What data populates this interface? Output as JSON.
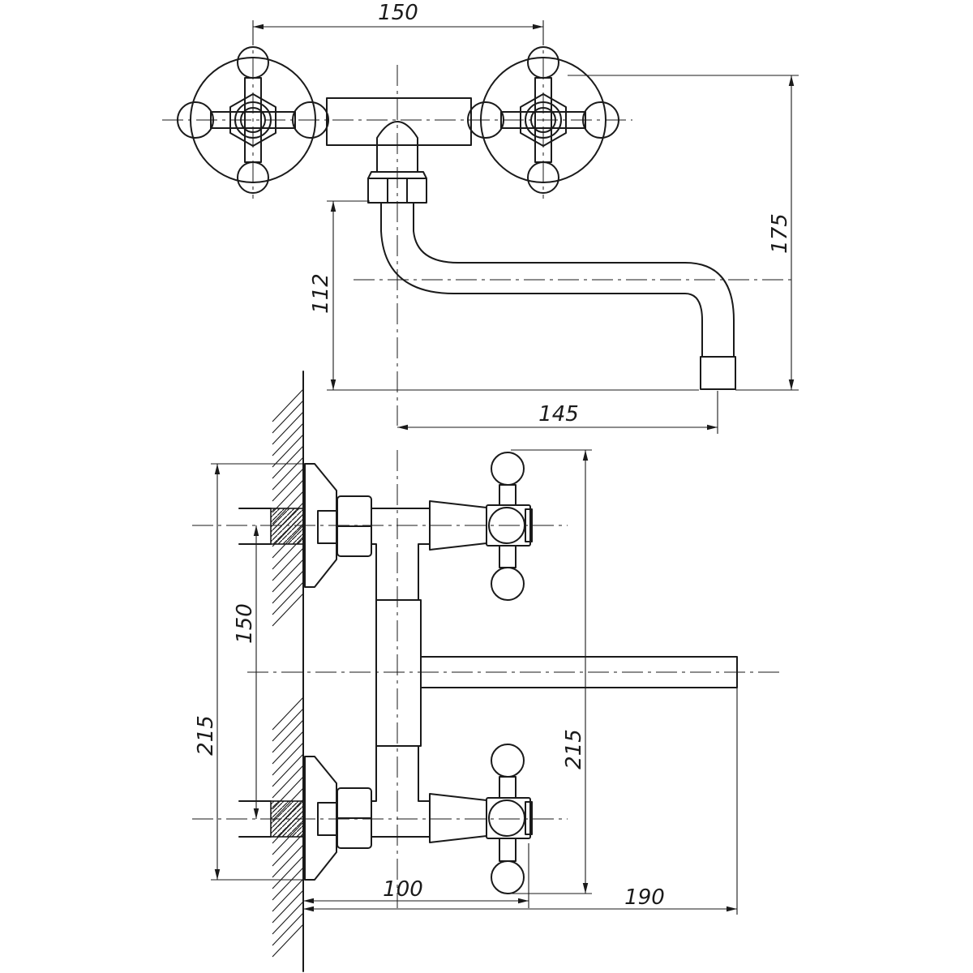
{
  "dimensions": {
    "top_handle_spacing": "150",
    "top_total_height": "175",
    "top_spout_height": "112",
    "top_spout_reach": "145",
    "side_inlet_spacing": "150",
    "side_overall_left": "215",
    "side_overall_right": "215",
    "side_handle_depth": "100",
    "side_spout_length": "190"
  }
}
